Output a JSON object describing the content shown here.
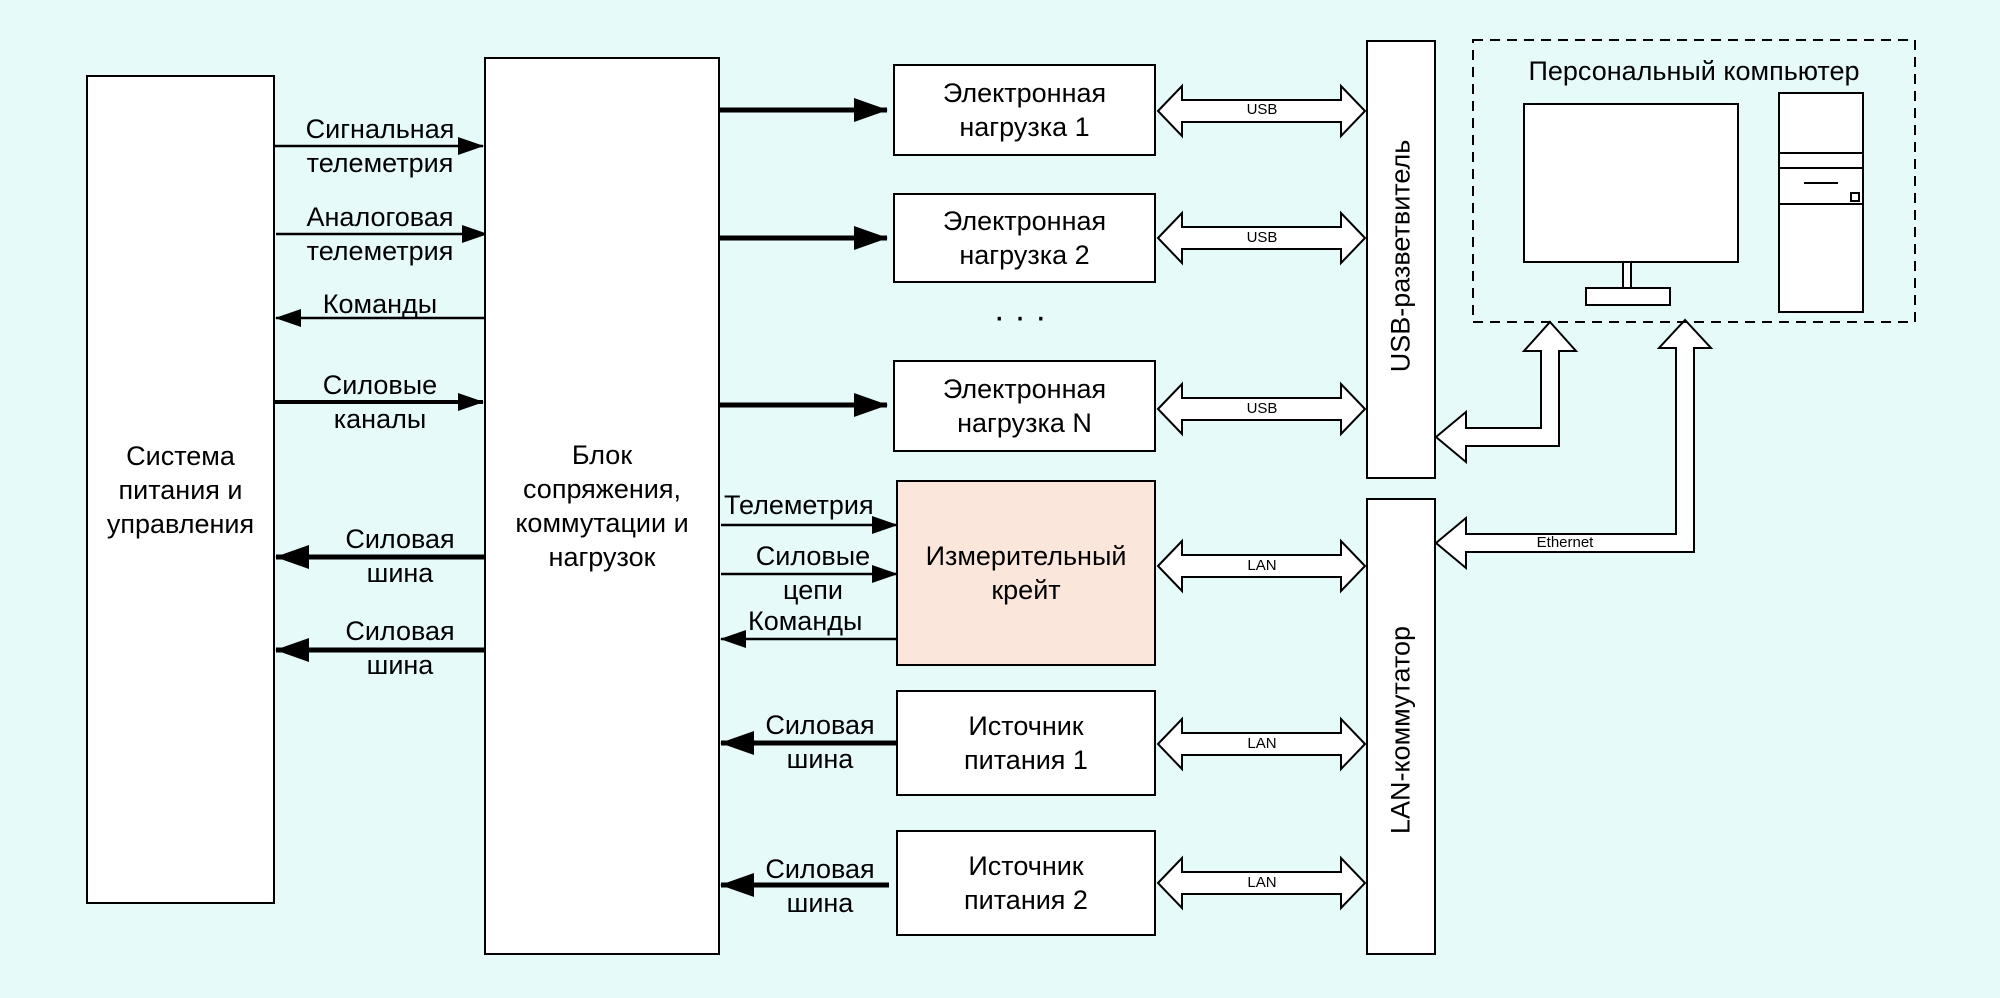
{
  "colors": {
    "background": "#e6fafa",
    "highlight_box": "#fbe6dc"
  },
  "left_block": {
    "label": "Система\nпитания и\nуправления"
  },
  "center_block": {
    "label": "Блок\nсопряжения,\nкоммутации и\nнагрузок"
  },
  "left_links": {
    "signal_telemetry": "Сигнальная\nтелеметрия",
    "analog_telemetry": "Аналоговая\nтелеметрия",
    "commands": "Команды",
    "power_channels": "Силовые\nканалы",
    "power_bus_1": "Силовая\nшина",
    "power_bus_2": "Силовая\nшина"
  },
  "loads": [
    {
      "label": "Электронная\nнагрузка 1",
      "link": "USB"
    },
    {
      "label": "Электронная\nнагрузка 2",
      "link": "USB"
    },
    {
      "label": "Электронная\nнагрузка N",
      "link": "USB"
    }
  ],
  "ellipsis": "· · ·",
  "crate": {
    "label": "Измерительный\nкрейт",
    "link": "LAN",
    "in_telemetry": "Телеметрия",
    "in_power": "Силовые\nцепи",
    "out_commands": "Команды"
  },
  "power_sources": [
    {
      "label": "Источник\nпитания 1",
      "link": "LAN",
      "bus": "Силовая\nшина"
    },
    {
      "label": "Источник\nпитания 2",
      "link": "LAN",
      "bus": "Силовая\nшина"
    }
  ],
  "usb_hub": {
    "label": "USB-разветвитель"
  },
  "lan_switch": {
    "label": "LAN-коммутатор"
  },
  "pc": {
    "label": "Персональный компьютер",
    "ethernet": "Ethernet"
  }
}
